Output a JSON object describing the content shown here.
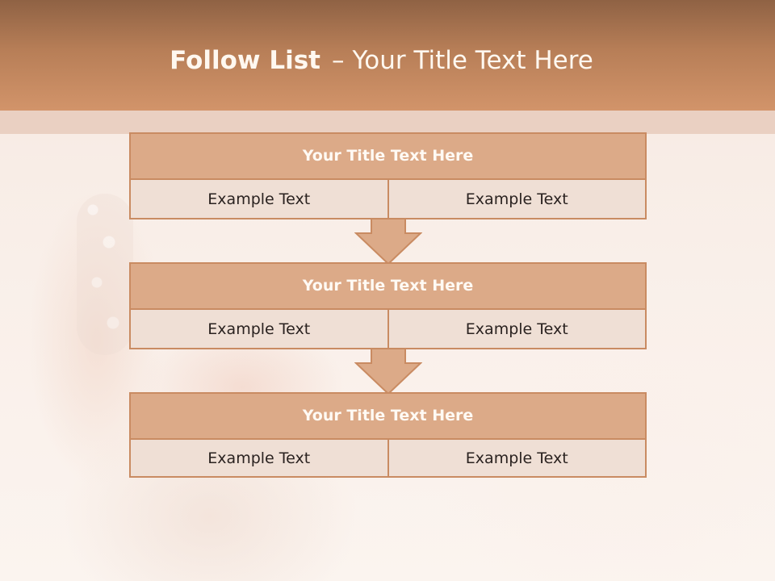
{
  "title": {
    "bold": "Follow List",
    "separator": "–",
    "rest": "Your Title Text Here"
  },
  "steps": [
    {
      "title": "Your Title Text Here",
      "left": "Example Text",
      "right": "Example Text"
    },
    {
      "title": "Your Title Text Here",
      "left": "Example Text",
      "right": "Example Text"
    },
    {
      "title": "Your Title Text Here",
      "left": "Example Text",
      "right": "Example Text"
    }
  ],
  "colors": {
    "accent": "#c98b62",
    "header": "#b77e57",
    "box_title_fill": "#dcaa88",
    "box_cell_fill": "#efdfd5"
  }
}
